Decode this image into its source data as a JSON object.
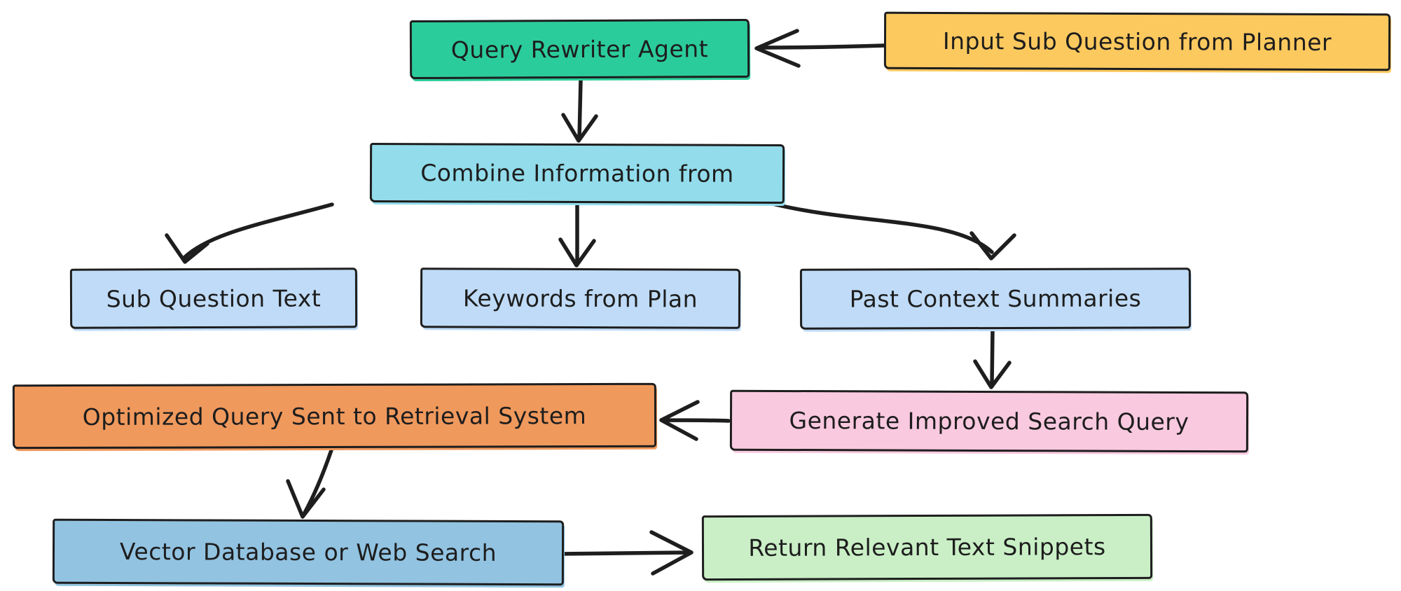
{
  "diagram": {
    "type": "flowchart",
    "style": "hand-drawn",
    "colors": {
      "stroke": "#1e1e1e",
      "background": "#ffffff"
    },
    "nodes": {
      "query_rewriter": {
        "label": "Query Rewriter Agent",
        "fill": "#2bcc9b"
      },
      "input_sub_question": {
        "label": "Input Sub Question from Planner",
        "fill": "#fcc95f"
      },
      "combine_information": {
        "label": "Combine Information from",
        "fill": "#92dceb"
      },
      "sub_question_text": {
        "label": "Sub Question Text",
        "fill": "#bfdbf7"
      },
      "keywords_from_plan": {
        "label": "Keywords from Plan",
        "fill": "#bfdbf7"
      },
      "past_context_summaries": {
        "label": "Past Context Summaries",
        "fill": "#bfdbf7"
      },
      "generate_improved_search_query": {
        "label": "Generate Improved Search Query",
        "fill": "#f9c9df"
      },
      "optimized_query": {
        "label": "Optimized Query Sent to Retrieval System",
        "fill": "#f0995d"
      },
      "vector_database": {
        "label": "Vector Database or Web Search",
        "fill": "#92c3e1"
      },
      "return_snippets": {
        "label": "Return Relevant Text Snippets",
        "fill": "#caefc6"
      }
    },
    "edges": [
      {
        "from": "input_sub_question",
        "to": "query_rewriter"
      },
      {
        "from": "query_rewriter",
        "to": "combine_information"
      },
      {
        "from": "combine_information",
        "to": "sub_question_text"
      },
      {
        "from": "combine_information",
        "to": "keywords_from_plan"
      },
      {
        "from": "combine_information",
        "to": "past_context_summaries"
      },
      {
        "from": "past_context_summaries",
        "to": "generate_improved_search_query"
      },
      {
        "from": "generate_improved_search_query",
        "to": "optimized_query"
      },
      {
        "from": "optimized_query",
        "to": "vector_database"
      },
      {
        "from": "vector_database",
        "to": "return_snippets"
      }
    ]
  }
}
